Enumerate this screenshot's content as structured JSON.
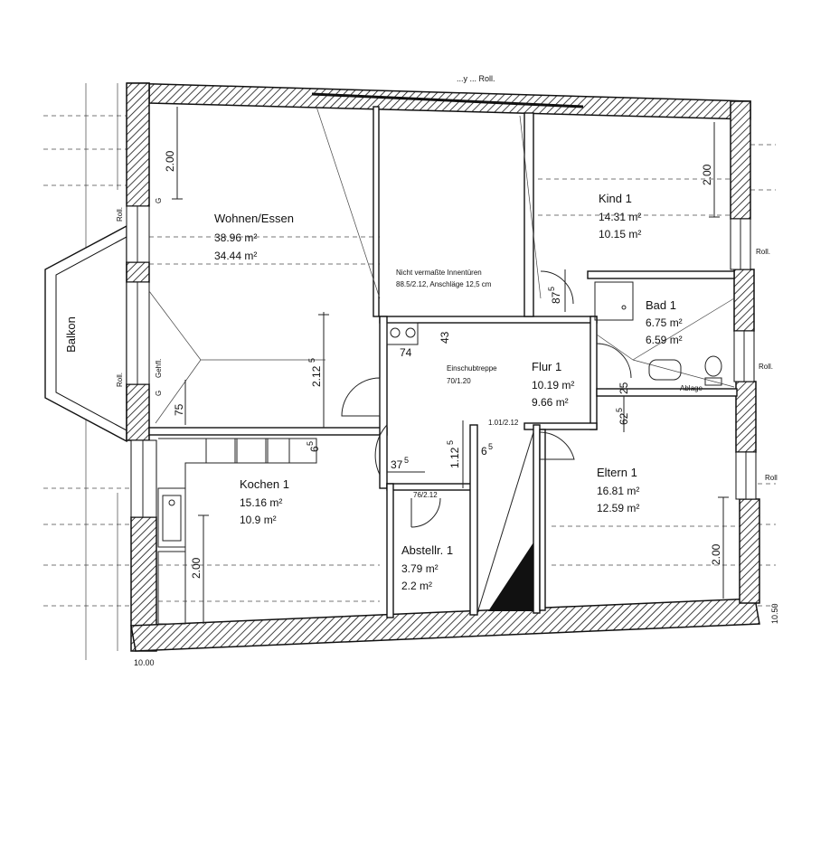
{
  "header_fragment": "...y ... Roll.",
  "balcony": {
    "label": "Balkon"
  },
  "rooms": {
    "wohnen": {
      "name": "Wohnen/Essen",
      "area1": "38.96 m²",
      "area2": "34.44 m²"
    },
    "kind": {
      "name": "Kind 1",
      "area1": "14.31 m²",
      "area2": "10.15 m²"
    },
    "bad": {
      "name": "Bad 1",
      "area1": "6.75 m²",
      "area2": "6.59 m²"
    },
    "flur": {
      "name": "Flur 1",
      "area1": "10.19 m²",
      "area2": "9.66 m²"
    },
    "kochen": {
      "name": "Kochen 1",
      "area1": "15.16 m²",
      "area2": "10.9 m²"
    },
    "abstell": {
      "name": "Abstellr. 1",
      "area1": "3.79 m²",
      "area2": "2.2 m²"
    },
    "eltern": {
      "name": "Eltern 1",
      "area1": "16.81 m²",
      "area2": "12.59 m²"
    }
  },
  "notes": {
    "doors_line1": "Nicht vermaßte Innentüren",
    "doors_line2": "88.5/2.12, Anschläge 12,5 cm",
    "stair_line1": "Einschubtreppe",
    "stair_line2": "70/1.20",
    "door_abstell": "76/2.12",
    "door_eltern": "1.01/2.12",
    "ablage": "Ablage",
    "geht": "Gehfl.",
    "g_marker": "G"
  },
  "roll_labels": [
    "Roll.",
    "Roll.",
    "Roll.",
    "Roll.",
    "Roll"
  ],
  "dimensions": {
    "wohnen_height": "2.00",
    "kind_height": "2.00",
    "eltern_height": "2.00",
    "kochen_height": "2.00",
    "wohnen_mid": "2.12",
    "wohnen_mid_sup": "5",
    "wohnen_low": "75",
    "d_74": "74",
    "d_43": "43",
    "d_87": "87",
    "d_87_sup": "5",
    "d_62": "62",
    "d_62_sup": "5",
    "d_25": "25",
    "d_6_a": "6",
    "d_6_a_sup": "5",
    "d_6_b": "6",
    "d_6_b_sup": "5",
    "d_37": "37",
    "d_37_sup": "5",
    "d_112": "1.12",
    "d_112_sup": "5",
    "bottom_left": "10.00",
    "right_edge": "10.50"
  }
}
